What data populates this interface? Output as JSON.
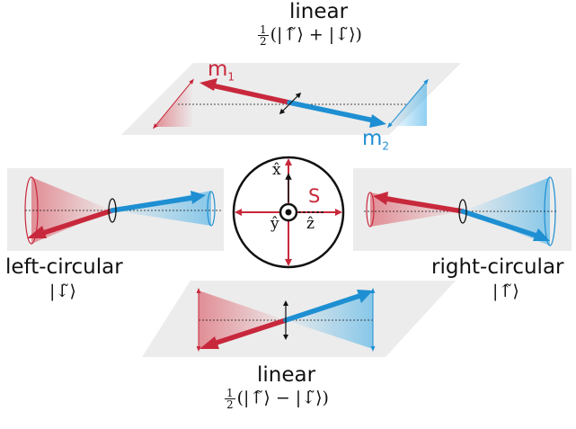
{
  "colors": {
    "red": "#c8283c",
    "blue": "#1e8fd2",
    "panel": "#ececec",
    "dark": "#111111"
  },
  "top": {
    "title": "linear",
    "frac_num": "1",
    "frac_den": "2",
    "state": "(|↑̃⟩ + |↓̃⟩)",
    "m1": "m",
    "m1_sub": "1",
    "m2": "m",
    "m2_sub": "2"
  },
  "left": {
    "title": "left-circular",
    "state": "|↓̃⟩"
  },
  "right": {
    "title": "right-circular",
    "state": "|↑̃⟩"
  },
  "bottom": {
    "title": "linear",
    "frac_num": "1",
    "frac_den": "2",
    "state": "(|↑̃⟩ − |↓̃⟩)"
  },
  "center": {
    "x_label": "x̂",
    "y_label": "ŷ",
    "z_label": "ẑ",
    "s_label": "S"
  },
  "icons": [
    "dot-in-circle-icon",
    "double-headed-arrow-icon",
    "circular-ellipse-icon"
  ]
}
